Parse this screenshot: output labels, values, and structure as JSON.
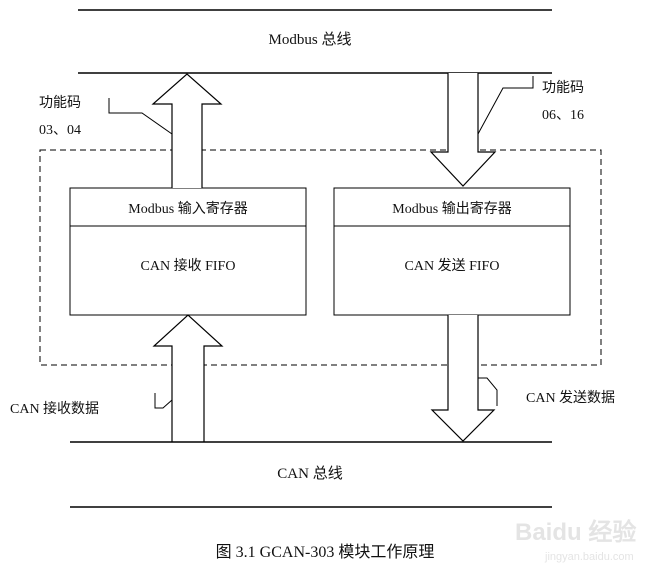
{
  "bus_top": {
    "label": "Modbus 总线"
  },
  "bus_bottom": {
    "label": "CAN 总线"
  },
  "function_code_left": {
    "title": "功能码",
    "codes": "03、04"
  },
  "function_code_right": {
    "title": "功能码",
    "codes": "06、16"
  },
  "input_block": {
    "header": "Modbus 输入寄存器",
    "body": "CAN 接收 FIFO"
  },
  "output_block": {
    "header": "Modbus 输出寄存器",
    "body": "CAN 发送 FIFO"
  },
  "can_receive": {
    "label": "CAN 接收数据"
  },
  "can_send": {
    "label": "CAN 发送数据"
  },
  "caption": "图 3.1 GCAN-303 模块工作原理",
  "watermark": {
    "brand": "Baidu 经验",
    "url": "jingyan.baidu.com"
  }
}
